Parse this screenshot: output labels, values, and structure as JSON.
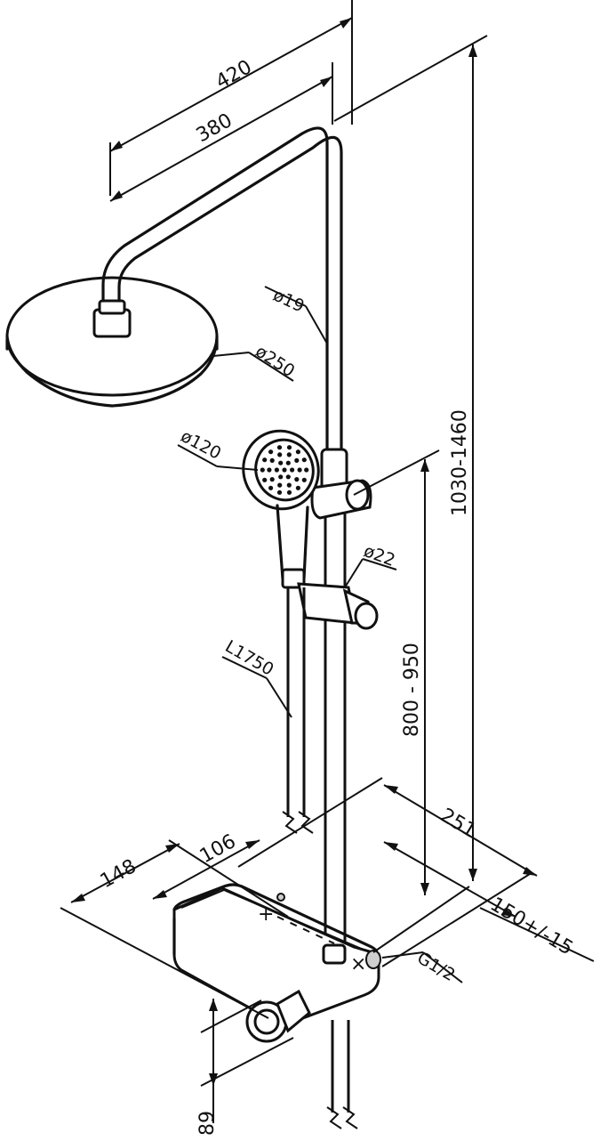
{
  "dimensions": {
    "d420": "420",
    "d380": "380",
    "d19": "ø19",
    "d250": "ø250",
    "d120": "ø120",
    "d22": "ø22",
    "l1750": "L1750",
    "h1030_1460": "1030-1460",
    "h800_950": "800 - 950",
    "d251": "251",
    "d150": "150+/-15",
    "g12": "G1/2",
    "d148": "148",
    "d106": "106",
    "d89": "89"
  },
  "panel_symbols": {
    "plus": "+",
    "minus": "–",
    "cross": "×"
  }
}
